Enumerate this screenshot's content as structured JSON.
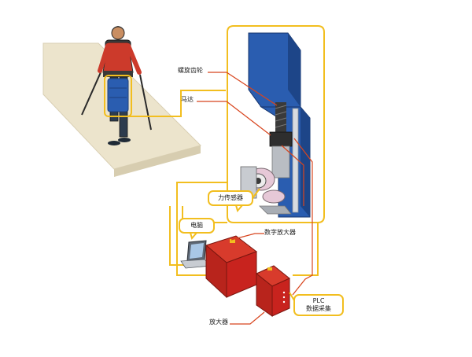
{
  "labels": {
    "spiral_gear": "螺旋齿轮",
    "motor": "马达",
    "force_sensor": "力传感器",
    "computer": "电脑",
    "digital_amplifier": "数字放大器",
    "plc_line1": "PLC",
    "plc_line2": "数据采集",
    "amplifier": "放大器"
  },
  "colors": {
    "frame_yellow": "#f2be1f",
    "leader_red": "#d8451e",
    "column_blue": "#2a5db0",
    "amplifier_red": "#c8231e",
    "floor_beige": "#ece4cc"
  },
  "icons": {
    "walker": "person-with-exoskeleton-and-crutches",
    "test_rig": "blue-test-rig-column",
    "laptop": "laptop-icon",
    "amplifier": "amplifier-box-icon"
  }
}
